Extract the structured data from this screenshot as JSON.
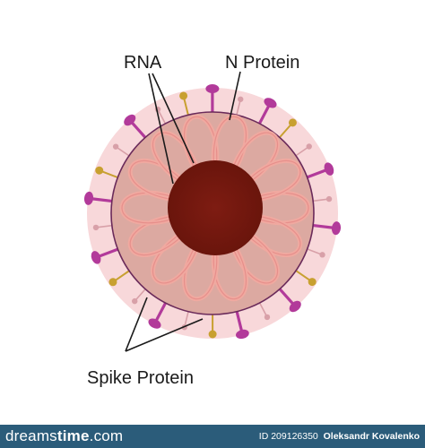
{
  "labels": {
    "rna": "RNA",
    "n_protein": "N Protein",
    "spike_protein": "Spike Protein"
  },
  "watermark": {
    "site_left": "dreams",
    "site_mid": "time",
    "site_right": ".com",
    "id_text": "ID 209126350",
    "author": "Oleksandr Kovalenko"
  },
  "colors": {
    "halo": "#f8d8da",
    "envelope": "#dca9a1",
    "envelope_stroke": "#6a2a5a",
    "core": "#7a1a10",
    "rna_loops": "#f0a9a0",
    "spike": "#b23a9a",
    "m_protein": "#c8a030",
    "small_spike": "#d8a0a8",
    "footer_bg": "#2b5c7a"
  }
}
